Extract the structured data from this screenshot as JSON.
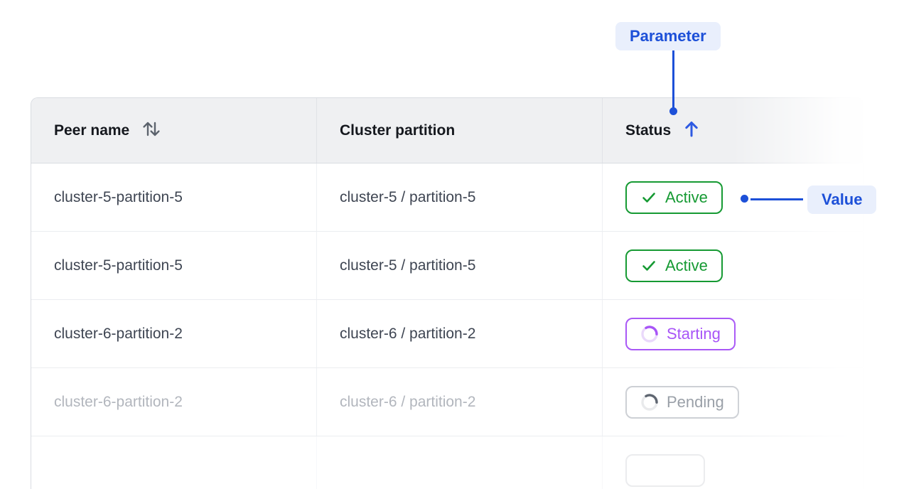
{
  "annotations": {
    "parameter": {
      "label": "Parameter"
    },
    "value": {
      "label": "Value"
    }
  },
  "table": {
    "header": {
      "peer_name": "Peer name",
      "cluster_partition": "Cluster partition",
      "status": "Status",
      "peer_name_sort": "unsorted",
      "status_sort": "ascending"
    },
    "rows": [
      {
        "peer_name": "cluster-5-partition-5",
        "cluster_partition": "cluster-5 / partition-5",
        "status": "Active"
      },
      {
        "peer_name": "cluster-5-partition-5",
        "cluster_partition": "cluster-5 / partition-5",
        "status": "Active"
      },
      {
        "peer_name": "cluster-6-partition-2",
        "cluster_partition": "cluster-6 / partition-2",
        "status": "Starting"
      },
      {
        "peer_name": "cluster-6-partition-2",
        "cluster_partition": "cluster-6 / partition-2",
        "status": "Pending"
      },
      {
        "peer_name": "",
        "cluster_partition": "",
        "status": ""
      }
    ]
  },
  "colors": {
    "annotation_blue": "#1d50d8",
    "annotation_pill_bg": "#e9effc",
    "sort_arrow_blue": "#2e5ae2",
    "sort_icon_gray": "#5c636d",
    "status_active_green": "#169a33",
    "status_starting_purple": "#a855f7",
    "status_pending_gray": "#9aa0a8",
    "header_bg": "#eff0f2",
    "row_text": "#3e4552",
    "faded_row_text": "#b2b6bd",
    "table_border": "#d9dce1"
  }
}
